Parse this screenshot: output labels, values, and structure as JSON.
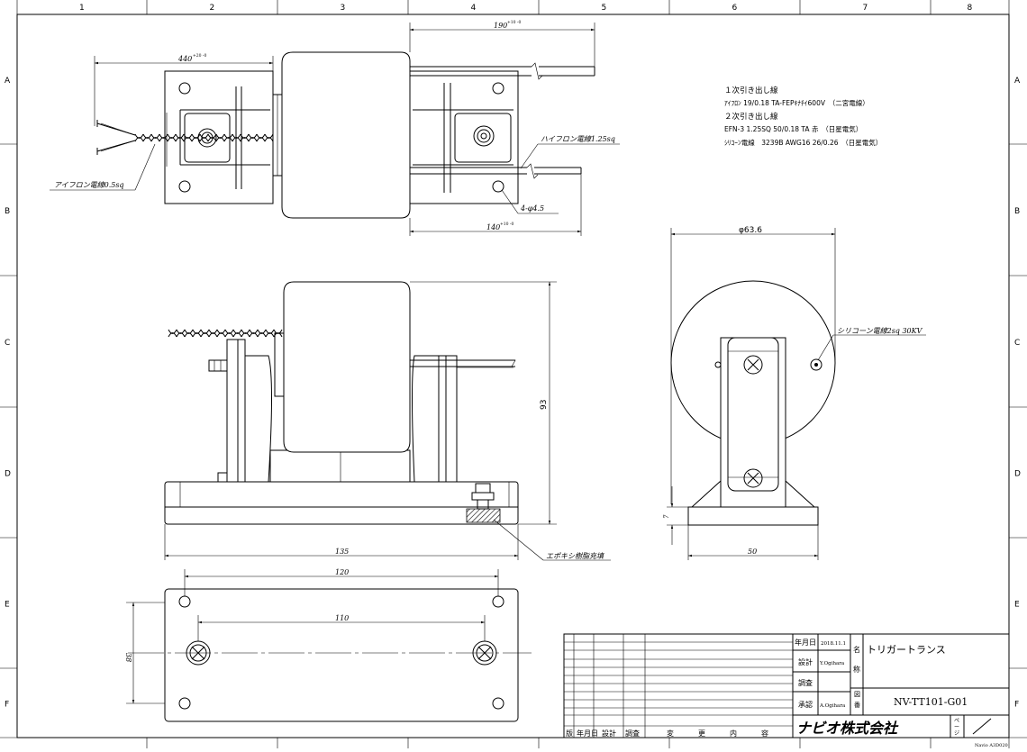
{
  "grid": {
    "columns": [
      "1",
      "2",
      "3",
      "4",
      "5",
      "6",
      "7",
      "8"
    ],
    "rows": [
      "A",
      "B",
      "C",
      "D",
      "E",
      "F"
    ]
  },
  "top_view": {
    "dim_lead_left": "440",
    "dim_lead_left_tol": "+20 -0",
    "dim_lead_right_top": "190",
    "dim_lead_right_top_tol": "+10 -0",
    "dim_lead_right_bottom": "140",
    "dim_lead_right_bottom_tol": "+10 -0",
    "callout_wire_left": "アイフロン電線0.5sq",
    "callout_wire_right": "ハイフロン電線1.25sq",
    "callout_holes": "4-φ4.5"
  },
  "notes": {
    "primary_heading": "１次引き出し線",
    "primary_spec": "ｱｲﾌﾛﾝ 19/0.18 TA-FEPｷﾅﾁｲ600V　（二宮電線）",
    "secondary_heading": "２次引き出し線",
    "secondary_spec_1": "EFN-3 1.25SQ 50/0.18 TA 赤　（日星電気）",
    "secondary_spec_2": "ｼﾘｺｰﾝ電線　3239B AWG16 26/0.26　（日星電気）"
  },
  "side_view": {
    "dim_height": "93",
    "dim_base_len": "135",
    "callout_epoxy": "エポキシ樹脂充填"
  },
  "end_view": {
    "dim_diameter": "φ63.6",
    "dim_base_width": "50",
    "dim_base_height": "7",
    "callout_silicone": "シリコーン電線2sq 30KV"
  },
  "bottom_view": {
    "dim_hole_pitch": "120",
    "dim_screw_pitch": "110",
    "dim_width": "38"
  },
  "title_block": {
    "label_date": "年月日",
    "value_date": "2018.11.1",
    "label_design": "設計",
    "value_design": "Y.Ogihara",
    "label_check": "調査",
    "label_approve": "承認",
    "value_approve": "A.Ogihara",
    "label_name": "名称",
    "value_name": "トリガートランス",
    "label_drawing_no": "図番",
    "value_drawing_no": "NV-TT101-G01",
    "company": "ナビオ株式会社",
    "label_page": "ページ",
    "rev_headers": [
      "版",
      "年月日",
      "設計",
      "調査",
      "変",
      "更",
      "内",
      "容"
    ],
    "footer_tag": "Navio A3D020"
  }
}
